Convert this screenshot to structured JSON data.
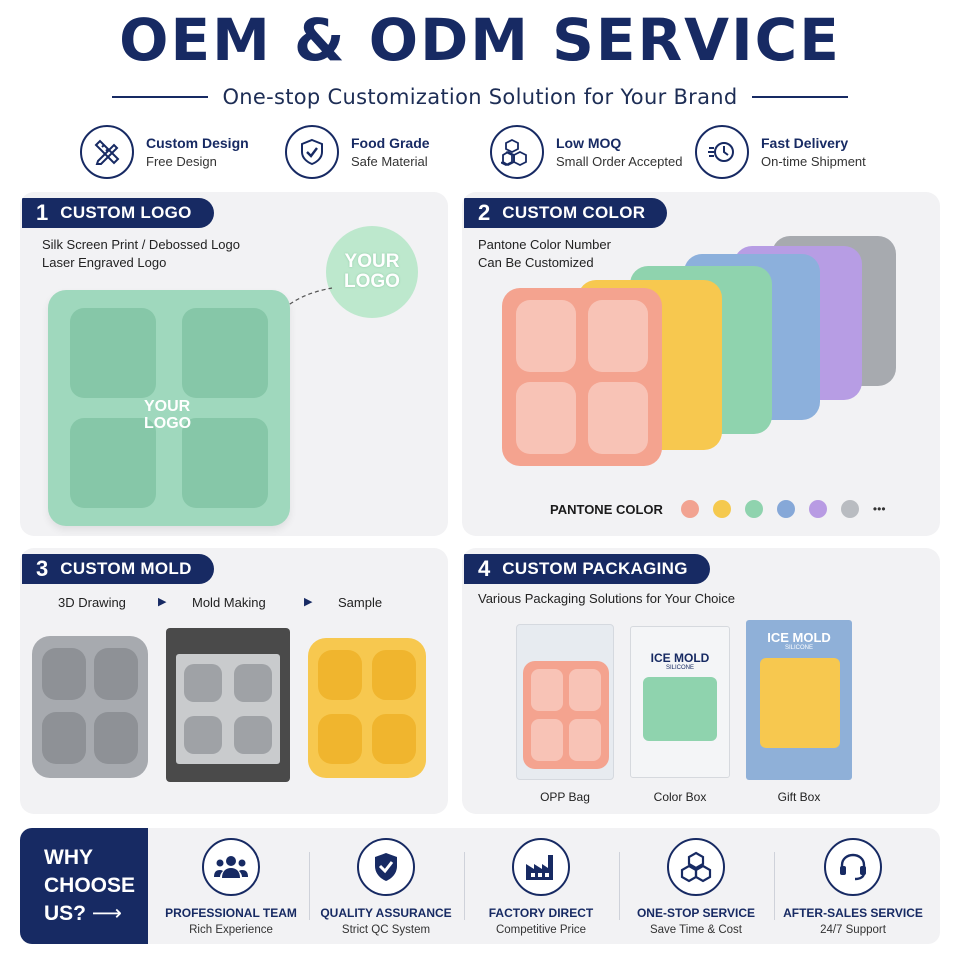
{
  "header": {
    "title": "OEM & ODM SERVICE",
    "subtitle": "One-stop Customization Solution for Your Brand"
  },
  "features": [
    {
      "icon": "pencil-ruler-icon",
      "title": "Custom Design",
      "desc": "Free Design"
    },
    {
      "icon": "shield-check-icon",
      "title": "Food Grade",
      "desc": "Safe Material"
    },
    {
      "icon": "cubes-icon",
      "title": "Low MOQ",
      "desc": "Small Order Accepted"
    },
    {
      "icon": "clock-delivery-icon",
      "title": "Fast Delivery",
      "desc": "On-time Shipment"
    }
  ],
  "panels": {
    "logo": {
      "num": "1",
      "label": "CUSTOM LOGO",
      "line1": "Silk Screen Print / Debossed Logo",
      "line2": "Laser Engraved Logo",
      "bubble_logo_1": "YOUR",
      "bubble_logo_2": "LOGO",
      "tray_logo_1": "YOUR",
      "tray_logo_2": "LOGO"
    },
    "color": {
      "num": "2",
      "label": "CUSTOM COLOR",
      "line1": "Pantone Color Number",
      "line2": "Can Be Customized",
      "pantone_label": "PANTONE COLOR",
      "more": "•••",
      "swatches": [
        "#f2a391",
        "#f5c94e",
        "#8fd3ae",
        "#86a8d8",
        "#b89be3",
        "#b9bcc1"
      ]
    },
    "mold": {
      "num": "3",
      "label": "CUSTOM MOLD",
      "steps": [
        "3D Drawing",
        "Mold Making",
        "Sample"
      ],
      "arrow": "▶"
    },
    "packaging": {
      "num": "4",
      "label": "CUSTOM PACKAGING",
      "line1": "Various Packaging Solutions for Your Choice",
      "box_title": "ICE MOLD",
      "box_sub": "SILICONE",
      "gift_title": "ICE MOLD",
      "gift_sub": "SILICONE",
      "captions": [
        "OPP Bag",
        "Color Box",
        "Gift Box"
      ]
    }
  },
  "why": {
    "tag_line1": "WHY",
    "tag_line2": "CHOOSE",
    "tag_line3": "US?",
    "arrow": "⟶",
    "items": [
      {
        "icon": "team-icon",
        "title": "PROFESSIONAL TEAM",
        "desc": "Rich Experience"
      },
      {
        "icon": "shield-check-icon",
        "title": "QUALITY ASSURANCE",
        "desc": "Strict QC System"
      },
      {
        "icon": "factory-icon",
        "title": "FACTORY DIRECT",
        "desc": "Competitive Price"
      },
      {
        "icon": "cubes-icon",
        "title": "ONE-STOP SERVICE",
        "desc": "Save Time & Cost"
      },
      {
        "icon": "headset-icon",
        "title": "AFTER-SALES SERVICE",
        "desc": "24/7 Support"
      }
    ]
  },
  "colors": {
    "navy": "#172a63",
    "panel_bg": "#f2f2f4",
    "mint": "#9fd8bd",
    "peach": "#f4a38f",
    "yellow": "#f7c84f",
    "blue": "#8cb0dc",
    "purple": "#b79de4",
    "gray": "#a7aaaf"
  }
}
